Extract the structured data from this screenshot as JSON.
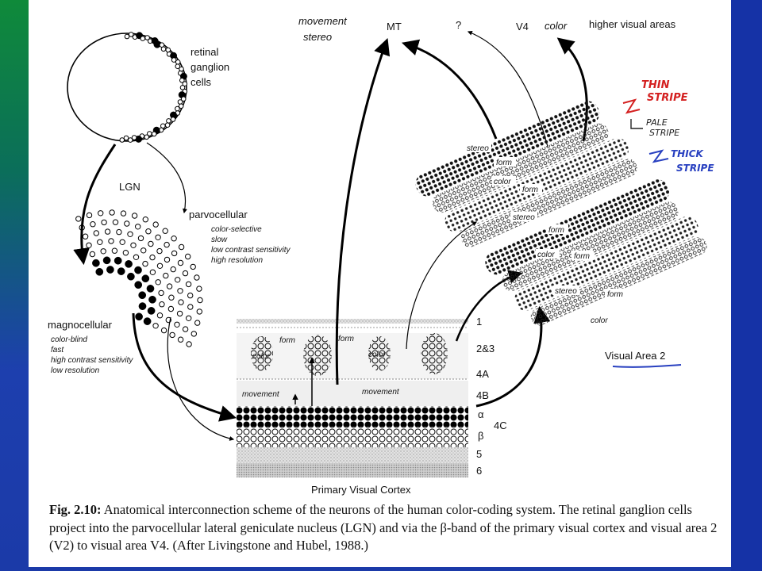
{
  "labels": {
    "retinal": [
      "retinal",
      "ganglion",
      "cells"
    ],
    "lgn": "LGN",
    "parvocellular": {
      "title": "parvocellular",
      "props": [
        "color-selective",
        "slow",
        "low contrast sensitivity",
        "high resolution"
      ]
    },
    "magnocellular": {
      "title": "magnocellular",
      "props": [
        "color-blind",
        "fast",
        "high contrast sensitivity",
        "low resolution"
      ]
    },
    "top": {
      "movement": "movement",
      "stereo": "stereo",
      "mt": "MT",
      "question": "?",
      "v4": "V4",
      "color": "color",
      "higher": "higher visual areas"
    },
    "layers": [
      "1",
      "2&3",
      "4A",
      "4B",
      "α",
      "4C",
      "β",
      "5",
      "6"
    ],
    "cortex_inner": {
      "form1": "form",
      "form2": "form",
      "color1": "color",
      "color2": "color",
      "movement1": "movement",
      "movement2": "movement"
    },
    "primary": "Primary Visual Cortex",
    "v2": "Visual Area 2",
    "stripes": {
      "s1": [
        "stereo",
        "form",
        "color",
        "form"
      ],
      "s2": [
        "stereo",
        "form",
        "color",
        "form"
      ],
      "s3": [
        "stereo",
        "form",
        "color"
      ]
    },
    "handwritten": {
      "thin": [
        "THIN",
        "STRIPE"
      ],
      "pale": [
        "PALE",
        "STRIPE"
      ],
      "thick": [
        "THICK",
        "STRIPE"
      ]
    }
  },
  "caption": {
    "figref": "Fig. 2.10:",
    "text": " Anatomical interconnection scheme of the neurons of the human color-coding system. The retinal ganglion cells project into the parvocellular lateral geniculate nucleus (LGN) and via the β-band of the primary visual cortex and visual area 2 (V2) to visual area V4. (After Livingstone and Hubel, 1988.)"
  },
  "colors": {
    "background_green": "#0f8a3a",
    "background_blue": "#1b3aa8",
    "annotation_red": "#d42020",
    "annotation_blue": "#2840c0"
  }
}
